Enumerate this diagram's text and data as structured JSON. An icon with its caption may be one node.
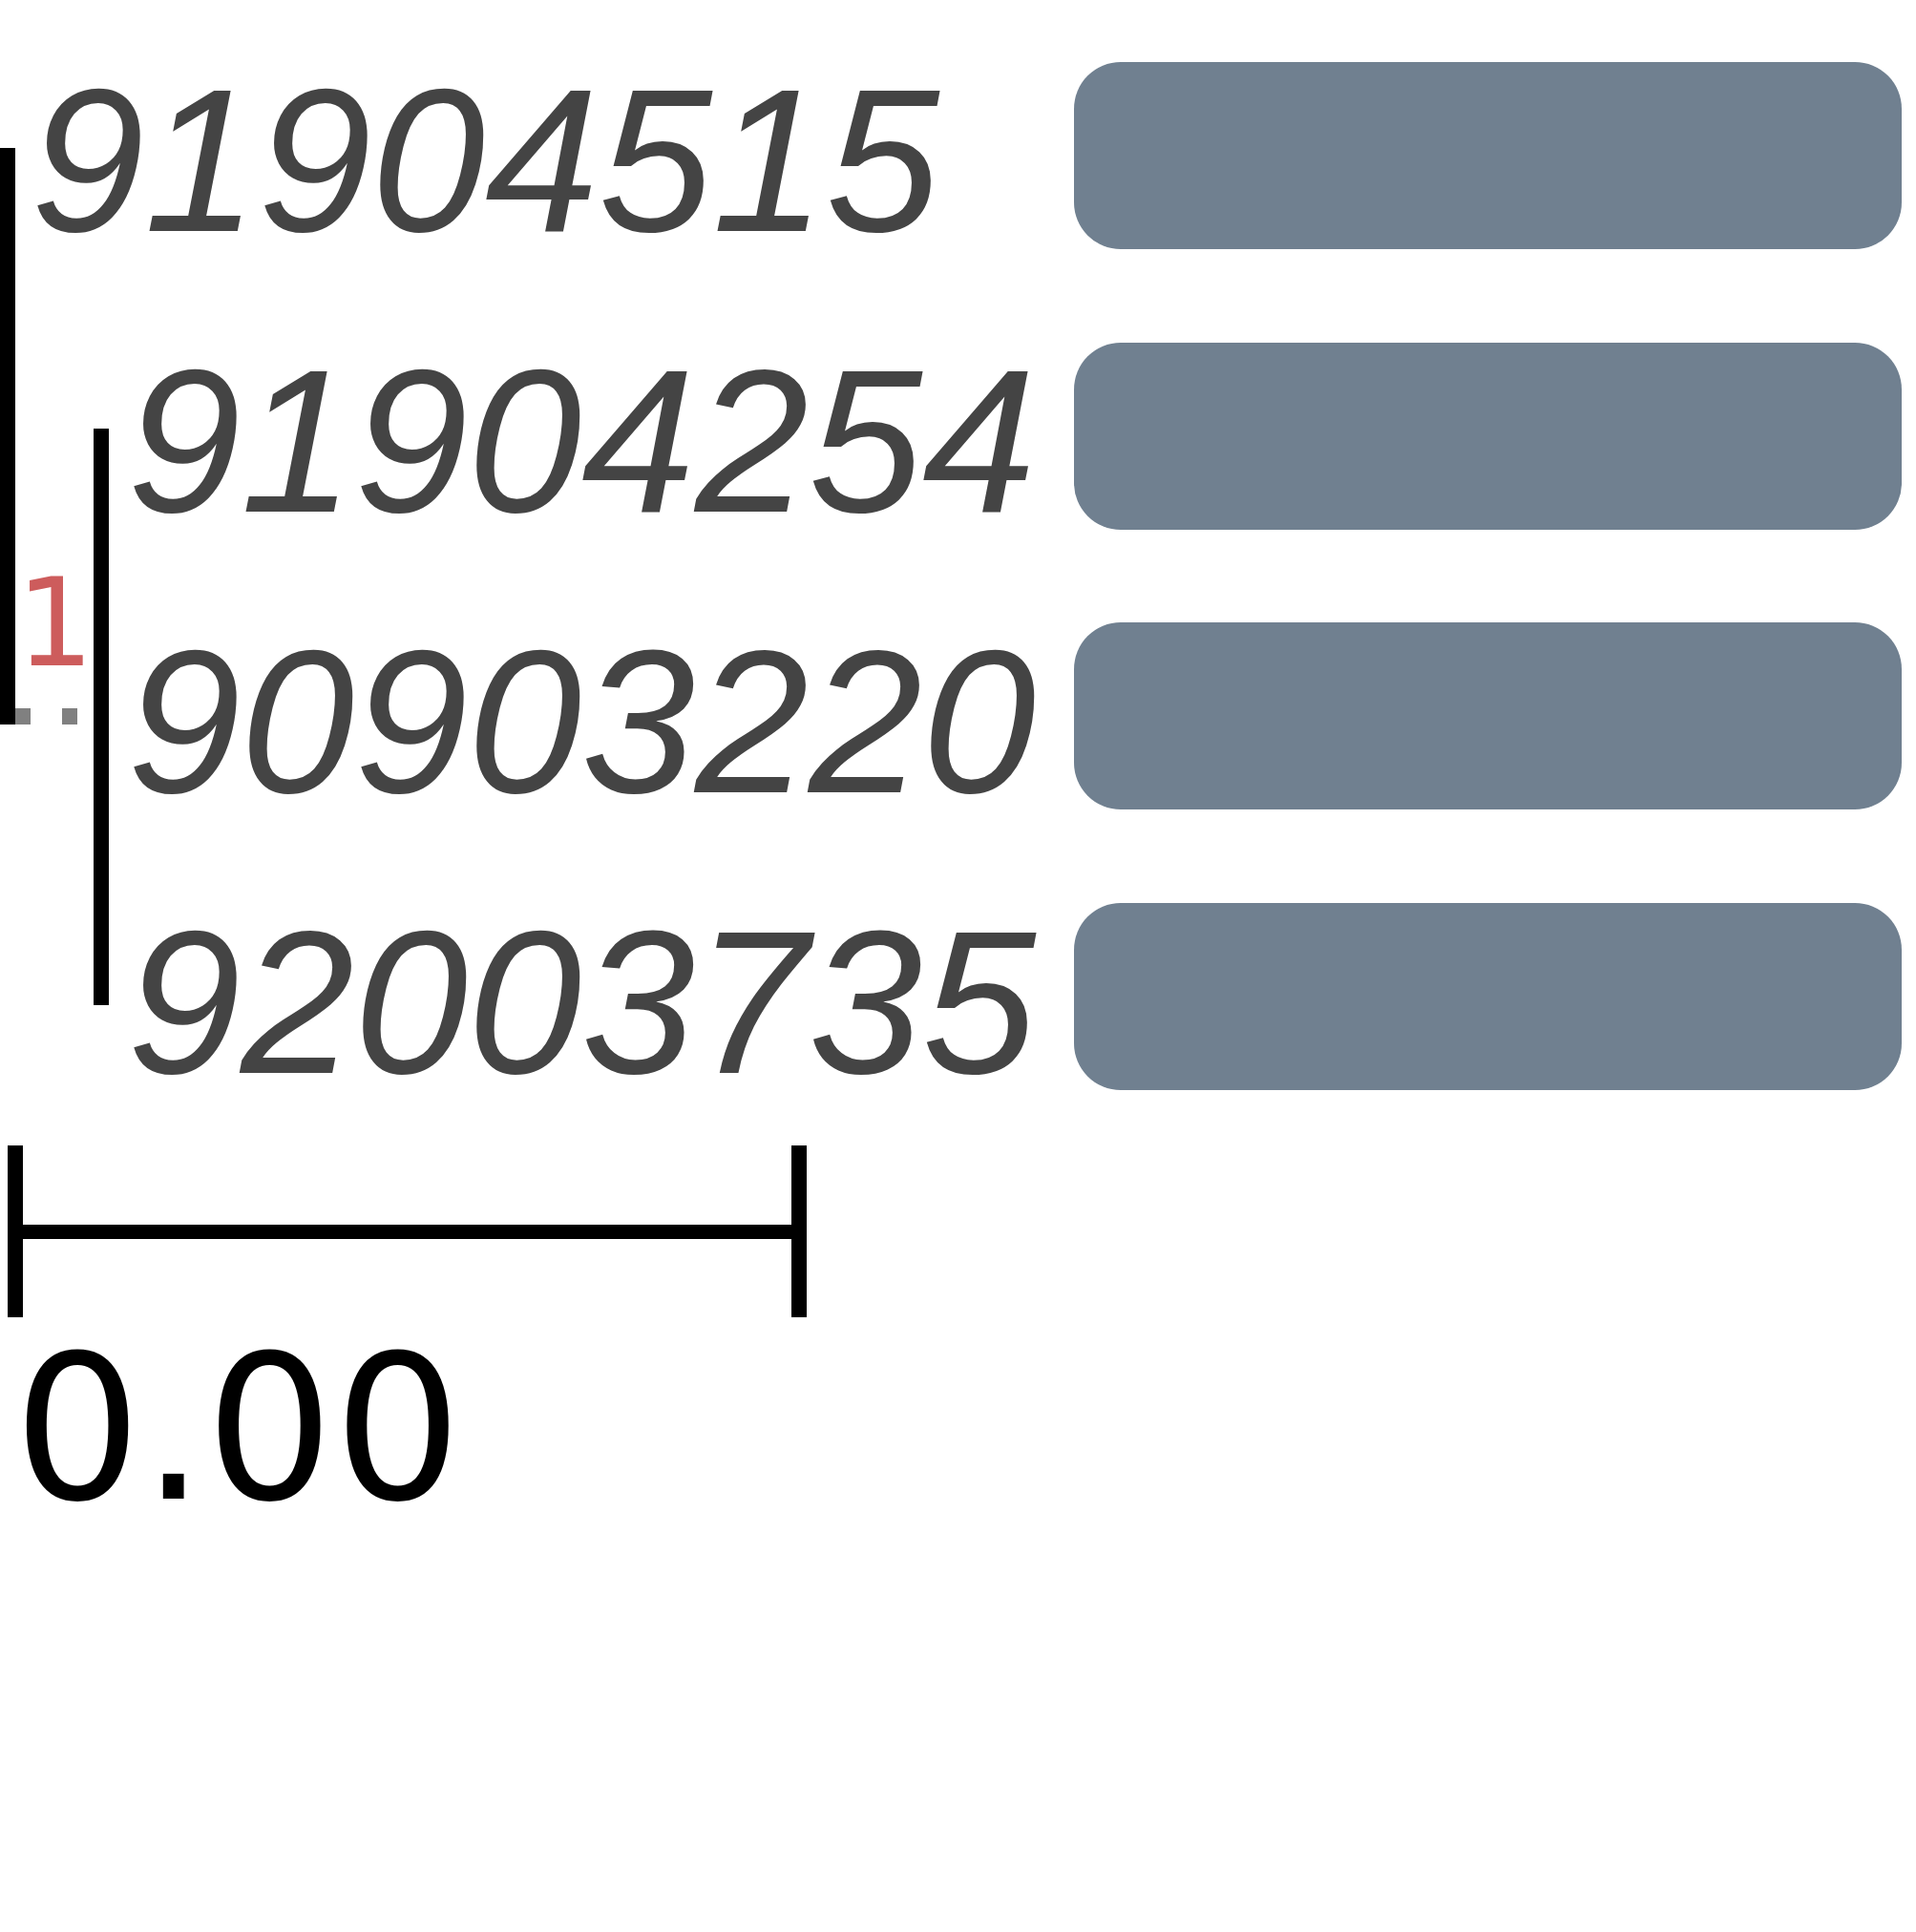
{
  "diagram": {
    "nodes": [
      {
        "text": [
          "91904515"
        ]
      },
      {
        "text": [],
        "shape": "bar"
      },
      {
        "text": [
          "91904254"
        ]
      },
      {
        "text": [],
        "shape": "bar"
      },
      {
        "text": [
          "90903220"
        ]
      },
      {
        "text": [],
        "shape": "bar"
      },
      {
        "text": [
          "92003735"
        ]
      },
      {
        "text": [],
        "shape": "bar"
      }
    ],
    "labels": [
      "1",
      "0.00"
    ]
  }
}
